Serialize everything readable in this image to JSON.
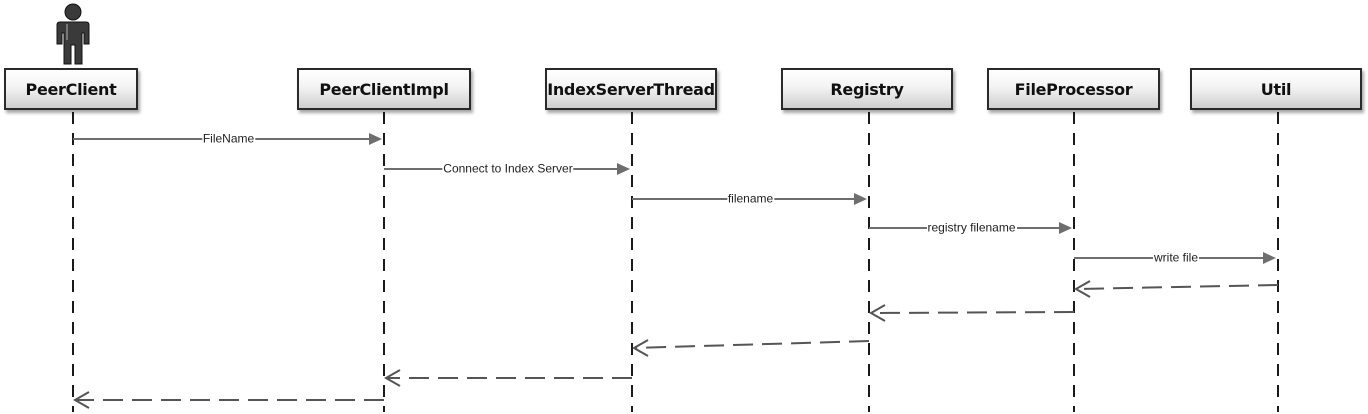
{
  "lifelines": [
    {
      "id": "peerclient",
      "label": "PeerClient",
      "actor": true
    },
    {
      "id": "peerclientimpl",
      "label": "PeerClientImpl",
      "actor": false
    },
    {
      "id": "indexserverthread",
      "label": "IndexServerThread",
      "actor": false
    },
    {
      "id": "registry",
      "label": "Registry",
      "actor": false
    },
    {
      "id": "fileprocessor",
      "label": "FileProcessor",
      "actor": false
    },
    {
      "id": "util",
      "label": "Util",
      "actor": false
    }
  ],
  "messages": [
    {
      "from": 0,
      "to": 1,
      "label": "FileName",
      "kind": "call"
    },
    {
      "from": 1,
      "to": 2,
      "label": "Connect to Index Server",
      "kind": "call"
    },
    {
      "from": 2,
      "to": 3,
      "label": "filename",
      "kind": "call"
    },
    {
      "from": 3,
      "to": 4,
      "label": "registry filename",
      "kind": "call"
    },
    {
      "from": 4,
      "to": 5,
      "label": "write file",
      "kind": "call"
    },
    {
      "from": 5,
      "to": 4,
      "label": "",
      "kind": "return"
    },
    {
      "from": 4,
      "to": 3,
      "label": "",
      "kind": "return"
    },
    {
      "from": 3,
      "to": 2,
      "label": "",
      "kind": "return"
    },
    {
      "from": 2,
      "to": 1,
      "label": "",
      "kind": "return"
    },
    {
      "from": 1,
      "to": 0,
      "label": "",
      "kind": "return"
    }
  ],
  "colors": {
    "lifeline": "#1a1a1a",
    "call_arrow": "#6e6e6e",
    "return_arrow": "#555555",
    "actor": "#3a3a3a"
  },
  "icons": {
    "actor": "actor-icon"
  }
}
